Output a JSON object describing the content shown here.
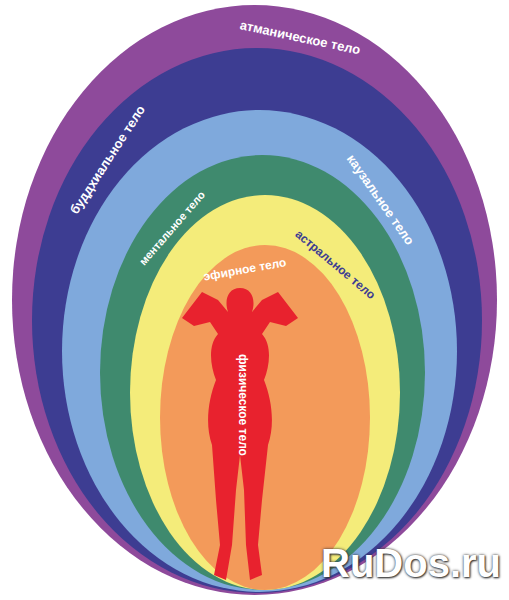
{
  "diagram": {
    "nodes": [
      {
        "text": [
          "атманическое тело"
        ]
      },
      {
        "text": [
          "буддхиальное тело"
        ],
        "in": 0
      },
      {
        "text": [
          "каузальное тело"
        ],
        "in": 1
      },
      {
        "text": [
          "ментальное тело"
        ],
        "in": 2
      },
      {
        "text": [
          "астральное тело"
        ],
        "in": 3
      },
      {
        "text": [
          "эфирное тело"
        ],
        "in": 4
      },
      {
        "text": [
          "физическое тело"
        ],
        "in": 5
      }
    ],
    "labels": [
      "RuDos.ru"
    ]
  }
}
